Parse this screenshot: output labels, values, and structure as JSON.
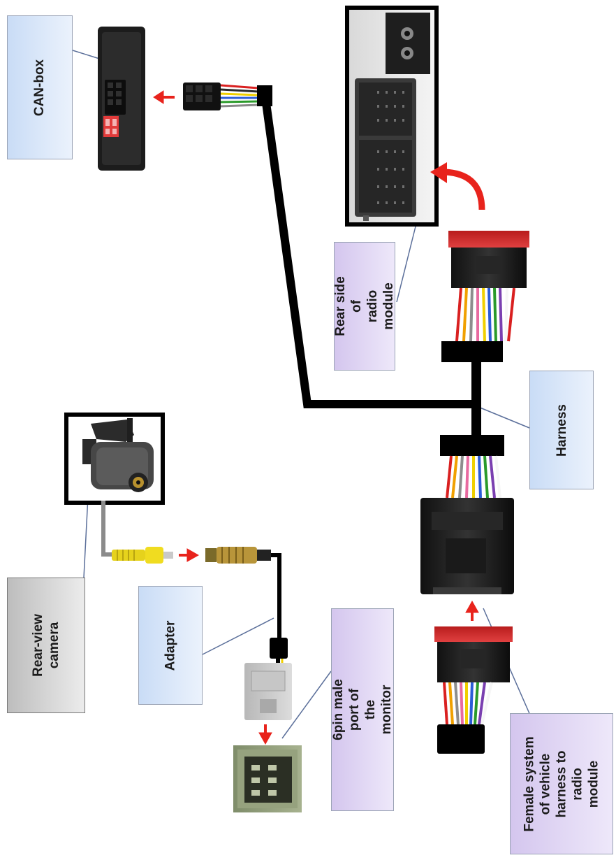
{
  "labels": {
    "can_box": "CAN-box",
    "rear_side_radio": "Rear side of\nradio module",
    "harness": "Harness",
    "rear_view_camera": "Rear-view\ncamera",
    "adapter": "Adapter",
    "six_pin_port": "6pin male port of the\nmonitor",
    "female_system": "Female system\nof vehicle\nharness to radio\nmodule"
  },
  "colors": {
    "arrow_red": "#e8231c",
    "cable_black": "#000000",
    "label_blue": "#c9dcf6",
    "label_purple": "#d4c6ee",
    "label_gray": "#bdbdbd"
  }
}
